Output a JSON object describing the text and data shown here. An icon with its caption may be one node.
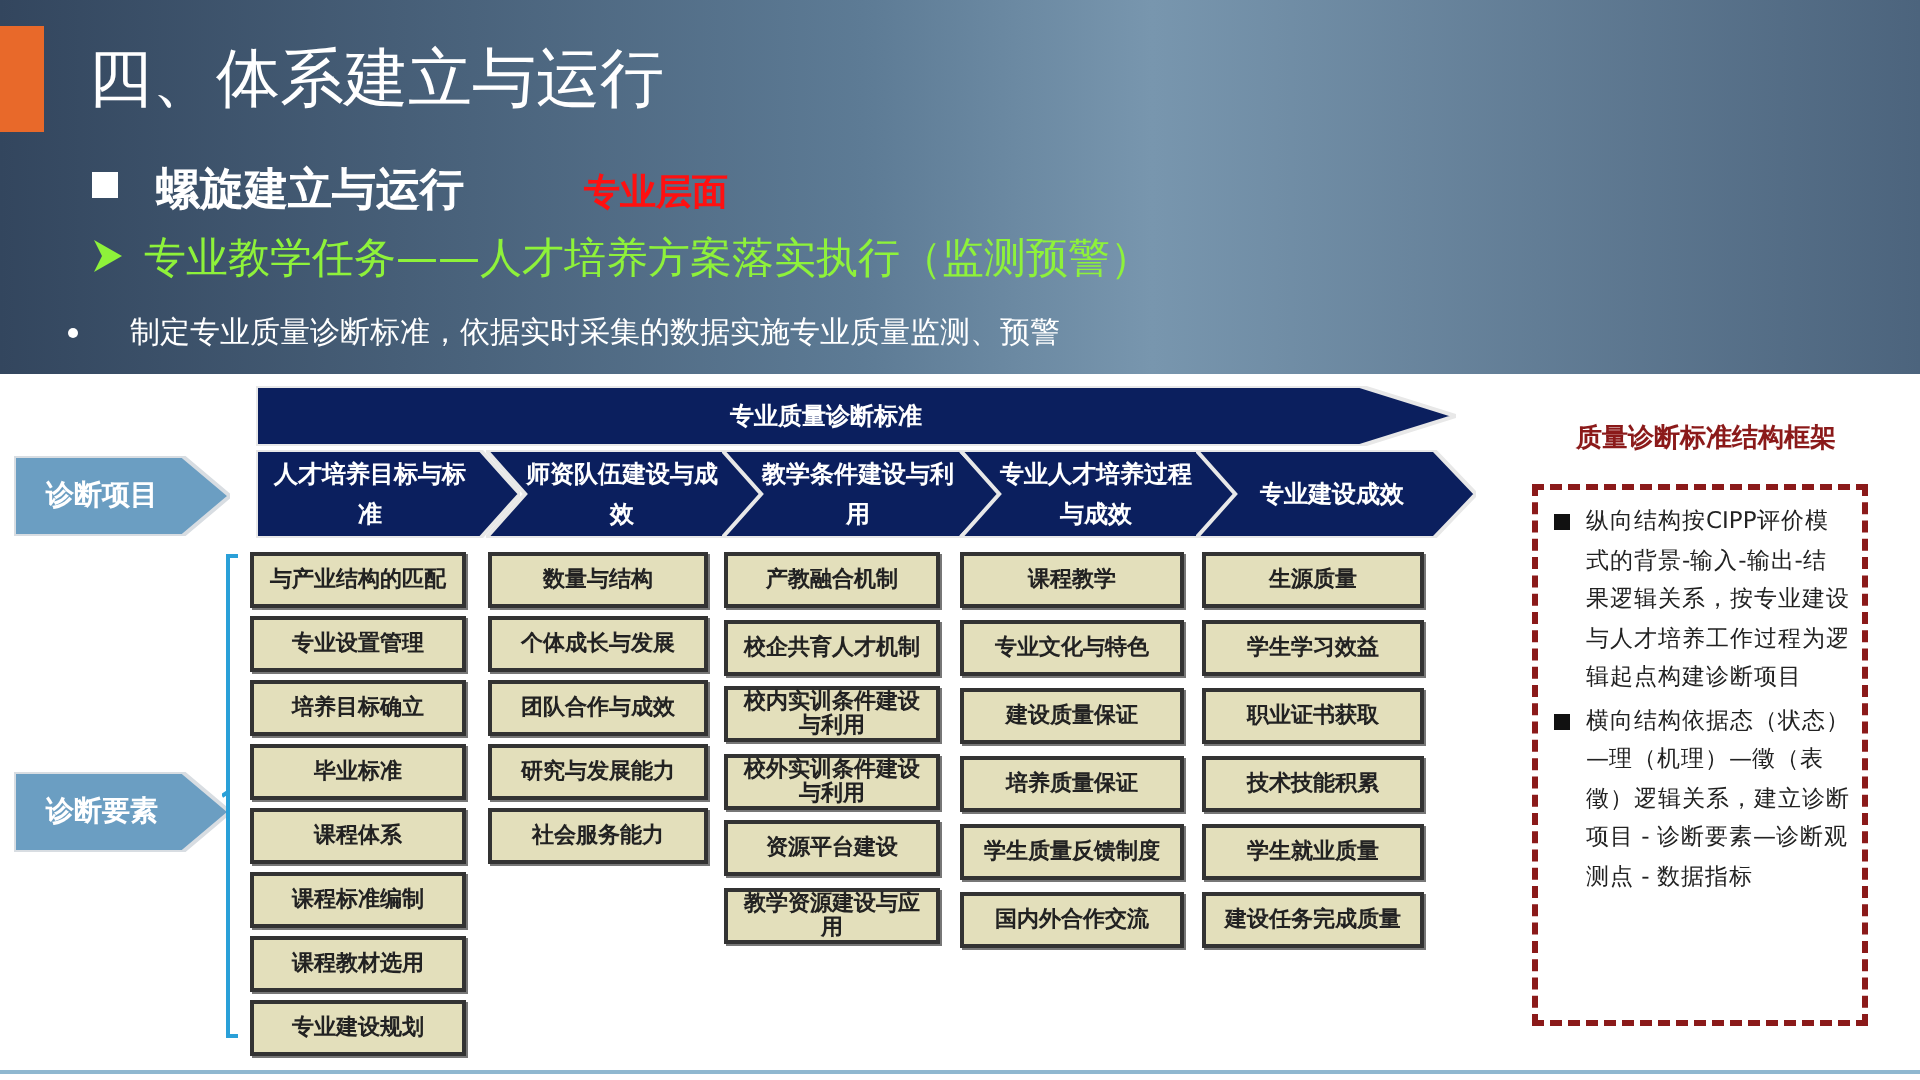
{
  "diagram": {
    "title": "四、体系建立与运行",
    "nodes": [
      {
        "text": [
          "专业质量诊断标准"
        ]
      },
      {
        "text": [
          "诊断项目"
        ]
      },
      {
        "text": [
          "人才培养目标与标准"
        ]
      },
      {
        "text": [
          "师资队伍建设与成效"
        ]
      },
      {
        "text": [
          "教学条件建设与利用"
        ]
      },
      {
        "text": [
          "专业人才培养过程与成效"
        ]
      },
      {
        "text": [
          "专业建设成效"
        ]
      },
      {
        "text": [
          "诊断要素"
        ]
      },
      {
        "text": [
          "与产业结构的匹配"
        ]
      },
      {
        "text": [
          "专业设置管理"
        ]
      },
      {
        "text": [
          "培养目标确立"
        ]
      },
      {
        "text": [
          "毕业标准"
        ]
      },
      {
        "text": [
          "课程体系"
        ]
      },
      {
        "text": [
          "课程标准编制"
        ]
      },
      {
        "text": [
          "课程教材选用"
        ]
      },
      {
        "text": [
          "专业建设规划"
        ]
      },
      {
        "text": [
          "数量与结构"
        ]
      },
      {
        "text": [
          "个体成长与发展"
        ]
      },
      {
        "text": [
          "团队合作与成效"
        ]
      },
      {
        "text": [
          "研究与发展能力"
        ]
      },
      {
        "text": [
          "社会服务能力"
        ]
      },
      {
        "text": [
          "产教融合机制"
        ]
      },
      {
        "text": [
          "校企共育人才机制"
        ]
      },
      {
        "text": [
          "校内实训条件建设与利用"
        ]
      },
      {
        "text": [
          "校外实训条件建设与利用"
        ]
      },
      {
        "text": [
          "资源平台建设"
        ]
      },
      {
        "text": [
          "教学资源建设与应用"
        ]
      },
      {
        "text": [
          "课程教学"
        ]
      },
      {
        "text": [
          "专业文化与特色"
        ]
      },
      {
        "text": [
          "建设质量保证"
        ]
      },
      {
        "text": [
          "培养质量保证"
        ]
      },
      {
        "text": [
          "学生质量反馈制度"
        ]
      },
      {
        "text": [
          "国内外合作交流"
        ]
      },
      {
        "text": [
          "生源质量"
        ]
      },
      {
        "text": [
          "学生学习效益"
        ]
      },
      {
        "text": [
          "职业证书获取"
        ]
      },
      {
        "text": [
          "技术技能积累"
        ]
      },
      {
        "text": [
          "学生就业质量"
        ]
      },
      {
        "text": [
          "建设任务完成质量"
        ]
      },
      {
        "text": [
          "质量诊断标准结构框架",
          "纵向结构按CIPP评价模式的背景-输入-输出-结果逻辑关系，按专业建设与人才培养工作过程为逻辑起点构建诊断项目",
          "横向结构依据态（状态）—理（机理）—徵（表徵）逻辑关系，建立诊断项目 - 诊断要素—诊断观测点 - 数据指标"
        ]
      }
    ],
    "labels": [
      "螺旋建立与运行",
      "专业层面",
      "专业教学任务——人才培养方案落实执行（监测预警）",
      "制定专业质量诊断标准，依据实时采集的数据实施专业质量监测、预警"
    ]
  }
}
